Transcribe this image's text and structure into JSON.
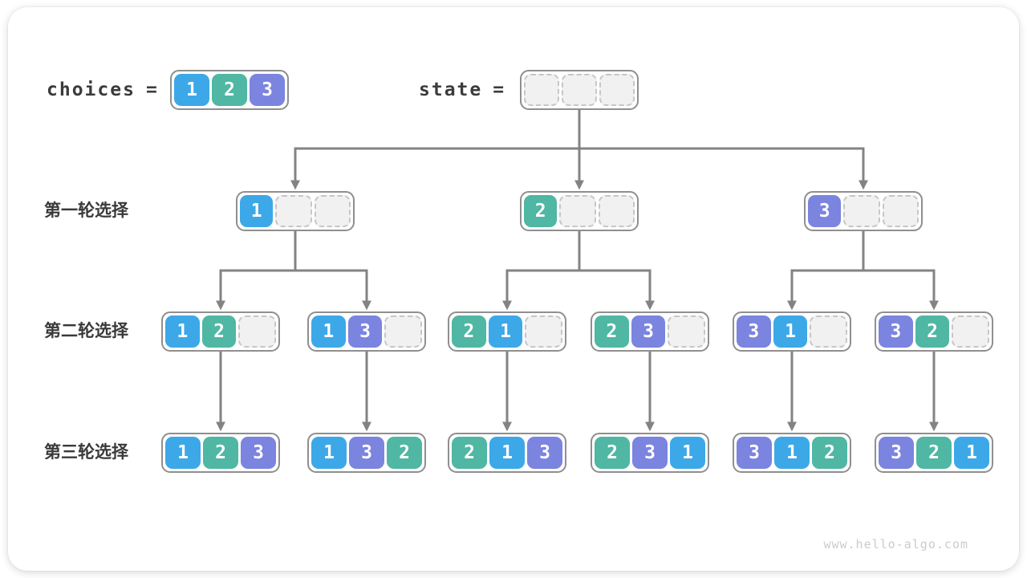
{
  "watermark": "www.hello-algo.com",
  "colors": {
    "choice1": "#3da8e8",
    "choice2": "#4fb7a3",
    "choice3": "#7b84de",
    "arrow": "#838383",
    "container_border": "#8f8f8f",
    "empty_cell_fill": "#f1f1f1",
    "empty_cell_border": "#c6c6c6",
    "text": "#3b3b3b",
    "watermark_color": "#cbcbcb"
  },
  "header": {
    "choices_label": "choices",
    "state_label": "state",
    "equals": "=",
    "choices_values": [
      1,
      2,
      3
    ],
    "state_values": [
      null,
      null,
      null
    ]
  },
  "rounds": [
    {
      "label": "第一轮选择",
      "nodes": [
        [
          1,
          null,
          null
        ],
        [
          2,
          null,
          null
        ],
        [
          3,
          null,
          null
        ]
      ]
    },
    {
      "label": "第二轮选择",
      "nodes": [
        [
          1,
          2,
          null
        ],
        [
          1,
          3,
          null
        ],
        [
          2,
          1,
          null
        ],
        [
          2,
          3,
          null
        ],
        [
          3,
          1,
          null
        ],
        [
          3,
          2,
          null
        ]
      ]
    },
    {
      "label": "第三轮选择",
      "nodes": [
        [
          1,
          2,
          3
        ],
        [
          1,
          3,
          2
        ],
        [
          2,
          1,
          3
        ],
        [
          2,
          3,
          1
        ],
        [
          3,
          1,
          2
        ],
        [
          3,
          2,
          1
        ]
      ]
    }
  ]
}
